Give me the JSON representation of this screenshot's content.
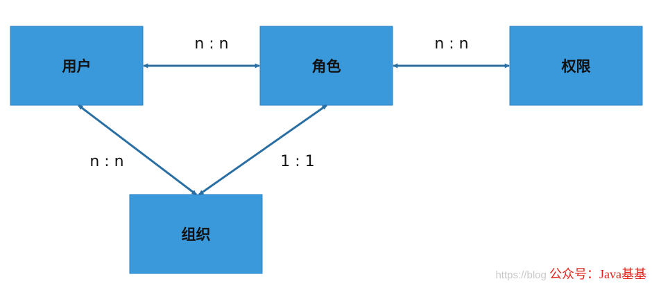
{
  "nodes": {
    "user": "用户",
    "role": "角色",
    "permission": "权限",
    "organization": "组织"
  },
  "relations": {
    "user_role": "n : n",
    "role_permission": "n : n",
    "user_organization": "n : n",
    "role_organization": "1 : 1"
  },
  "watermark": {
    "url": "https://blog",
    "brand": "公众号：Java基基"
  },
  "colors": {
    "node_fill": "#3a99db",
    "node_stroke": "#2a82c4",
    "arrow": "#2a6fa3"
  }
}
